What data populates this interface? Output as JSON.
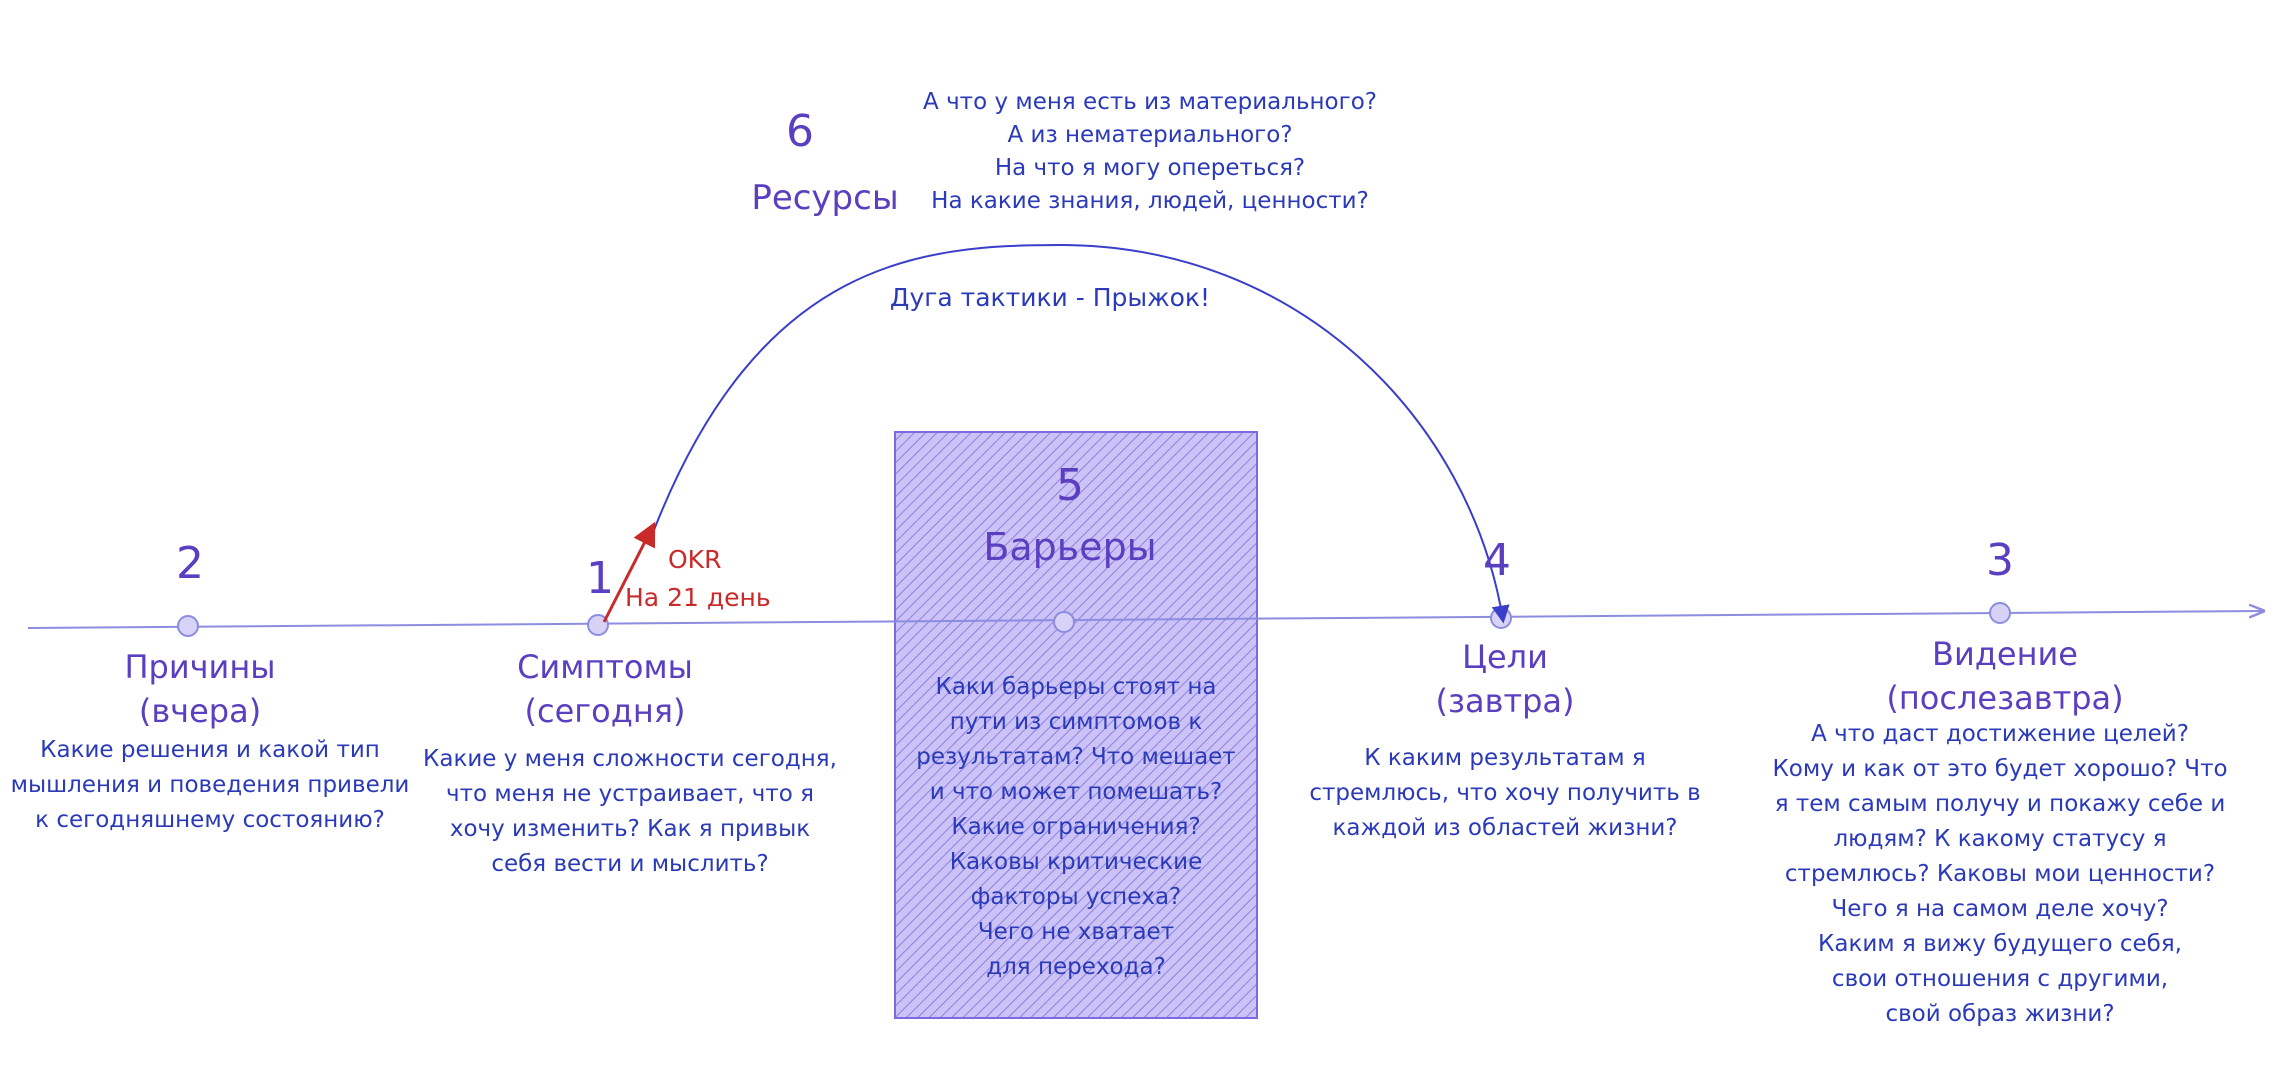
{
  "colors": {
    "accent": "#5a3fc0",
    "text": "#2b3ab8",
    "line": "#8c8ce0",
    "arc": "#3a3ec9",
    "okr": "#c92a2a",
    "barrier_fill": "#b9aef0"
  },
  "resources": {
    "number": "6",
    "title": "Ресурсы",
    "questions": "А что у меня есть из материального?\nА из нематериального?\nНа что я могу опереться?\nНа какие знания, людей, ценности?"
  },
  "arc_label": "Дуга тактики - Прыжок!",
  "okr": {
    "label": "OKR",
    "period": "На 21 день"
  },
  "stages": {
    "causes": {
      "number": "2",
      "title": "Причины\n(вчера)",
      "desc": "Какие решения и какой тип\nмышления и поведения привели\nк сегодняшнему состоянию?"
    },
    "symptoms": {
      "number": "1",
      "title": "Симптомы\n(сегодня)",
      "desc": "Какие у меня сложности сегодня,\nчто меня не устраивает, что я\nхочу изменить? Как я привык\nсебя вести и мыслить?"
    },
    "barriers": {
      "number": "5",
      "title": "Барьеры",
      "desc": "Каки барьеры стоят на\nпути из симптомов  к\nрезультатам? Что мешает\nи что может помешать?\nКакие ограничения?\nКаковы критические\nфакторы успеха?\nЧего не хватает\nдля перехода?"
    },
    "goals": {
      "number": "4",
      "title": "Цели\n(завтра)",
      "desc": "К каким результатам я\nстремлюсь, что хочу получить в\nкаждой из областей жизни?"
    },
    "vision": {
      "number": "3",
      "title": "Видение\n(послезавтра)",
      "desc": "А что даст достижение целей?\nКому и как от это будет хорошо? Что\nя тем самым получу и покажу себе и\nлюдям? К какому статусу я\nстремлюсь? Каковы мои ценности?\nЧего я на самом деле хочу?\nКаким я вижу будущего себя,\nсвои отношения с другими,\nсвой образ жизни?"
    }
  }
}
